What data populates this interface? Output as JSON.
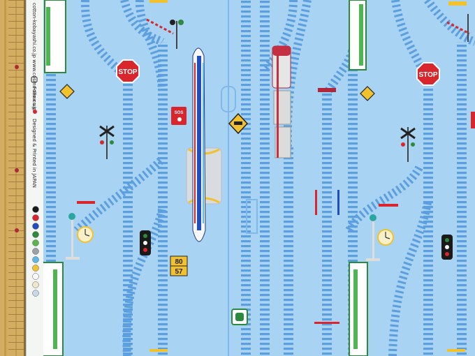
{
  "image": {
    "background_color": "#a9d3f2",
    "selvage_color": "#f4f6f4",
    "track_color": "#5b9fe0",
    "ruler_color": "#d3ad62"
  },
  "selvage": {
    "website": "cotton-kobayashi.co.jp www.cosmo-tex.co.jp",
    "follow_us": "Follow us",
    "designed": "Designed & Printed in JAPAN",
    "swatches": [
      "#1a1a1a",
      "#d9262c",
      "#1f4fbf",
      "#2c8a3c",
      "#5ab54b",
      "#9aa0a6",
      "#5bb8e8",
      "#f2c12e",
      "#f7f7f7",
      "#f1e7c8",
      "#c9d8e8"
    ]
  },
  "signs": {
    "stop_left": "STOP",
    "stop_right": "STOP",
    "sos": "SOS",
    "platform_top": "80",
    "platform_bottom": "57"
  }
}
